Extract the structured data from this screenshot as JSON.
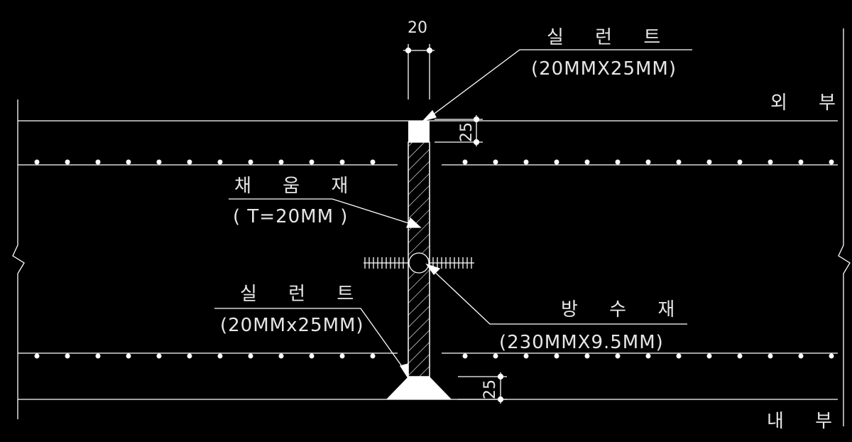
{
  "labels": {
    "exterior": "외 부",
    "interior": "내 부",
    "top_sealant": "실 런 트",
    "top_sealant_size": "(20MMX25MM)",
    "filler": "채 움 재",
    "filler_size": "( T=20MM )",
    "bottom_sealant": "실 런 트",
    "bottom_sealant_size": "(20MMx25MM)",
    "waterstop": "방 수 재",
    "waterstop_size": "(230MMX9.5MM)"
  },
  "dimensions": {
    "joint_width": "20",
    "top_sealant_depth": "25",
    "bottom_sealant_depth": "25"
  },
  "colors": {
    "background": "#000000",
    "line": "#ffffff",
    "text": "#e6e6e6",
    "hatch": "#ffffff"
  }
}
